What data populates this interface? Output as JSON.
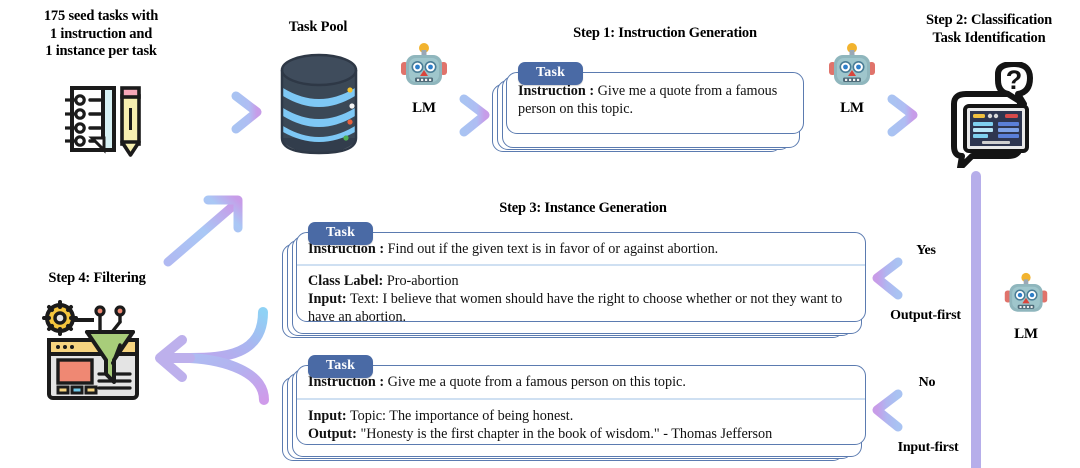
{
  "diagram": {
    "title": "Self-Instruct pipeline",
    "colors": {
      "arrow_start": "#a9c3f2",
      "arrow_end": "#c79ce8",
      "badge_blue": "#4a6aa5",
      "card_border": "#5b7bb0",
      "divider": "#cfe0f2",
      "line_purple": "#b6aeea",
      "db_dark": "#3a4656",
      "db_band": "#7ec8f5"
    }
  },
  "seed": {
    "caption_line1": "175 seed tasks with",
    "caption_line2": "1 instruction and",
    "caption_line3": "1 instance per task",
    "icon": "notebook-pencil-icon"
  },
  "task_pool": {
    "title": "Task Pool",
    "icon": "database-icon"
  },
  "lm": {
    "label": "LM",
    "icon": "robot-icon"
  },
  "step1": {
    "title": "Step 1: Instruction Generation",
    "card": {
      "badge": "Task",
      "instruction_label": "Instruction :",
      "instruction_text": "Give me a quote from a famous person on this topic."
    }
  },
  "step2": {
    "title_line1": "Step 2: Classification",
    "title_line2": "Task Identification",
    "icon": "classification-question-icon"
  },
  "step3": {
    "title": "Step 3: Instance Generation",
    "card_classification": {
      "badge": "Task",
      "instruction_label": "Instruction :",
      "instruction_text": "Find out if the given text is in favor of or against abortion.",
      "class_label_label": "Class Label:",
      "class_label_text": "Pro-abortion",
      "input_label": "Input:",
      "input_text": "Text: I believe that women should have the right to choose whether or not they want to have an abortion."
    },
    "card_generation": {
      "badge": "Task",
      "instruction_label": "Instruction :",
      "instruction_text": "Give me a quote from a famous person on this topic.",
      "input_label": "Input:",
      "input_text": "Topic: The importance of being honest.",
      "output_label": "Output:",
      "output_text": "\"Honesty is the first chapter in the book of wisdom.\" - Thomas Jefferson"
    }
  },
  "step4": {
    "title": "Step 4: Filtering",
    "icon": "filter-browser-icon"
  },
  "branches": {
    "yes": "Yes",
    "output_first": "Output-first",
    "no": "No",
    "input_first": "Input-first"
  }
}
